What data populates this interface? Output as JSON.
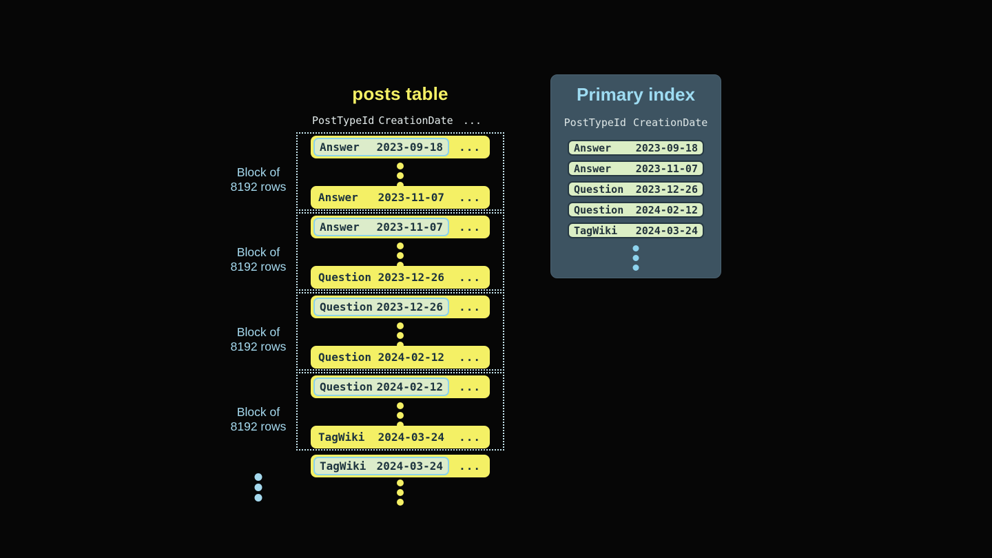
{
  "colors": {
    "background": "#060606",
    "row_yellow": "#f4f065",
    "row_text": "#1c333e",
    "highlight_pill_bg": "#dcecca",
    "highlight_pill_border": "#8bd3ea",
    "block_dotted_border": "#c9e9f2",
    "block_label_blue": "#a5d9ee",
    "panel_bg": "#3d5361",
    "panel_title_blue": "#9edcf2",
    "index_pill_bg": "#dbeec5",
    "index_pill_border": "#263843",
    "header_text": "#e2eaea",
    "index_dots_blue": "#8ed3ee"
  },
  "posts_table": {
    "title": "posts table",
    "header": {
      "col1": "PostTypeId",
      "col2": "CreationDate",
      "ellipsis": "..."
    },
    "row_ellipsis": "...",
    "blocks": [
      {
        "label_line1": "Block of",
        "label_line2": "8192 rows",
        "first_row": {
          "type": "Answer",
          "date": "2023-09-18"
        },
        "last_row": {
          "type": "Answer",
          "date": "2023-11-07"
        }
      },
      {
        "label_line1": "Block of",
        "label_line2": "8192 rows",
        "first_row": {
          "type": "Answer",
          "date": "2023-11-07"
        },
        "last_row": {
          "type": "Question",
          "date": "2023-12-26"
        }
      },
      {
        "label_line1": "Block of",
        "label_line2": "8192 rows",
        "first_row": {
          "type": "Question",
          "date": "2023-12-26"
        },
        "last_row": {
          "type": "Question",
          "date": "2024-02-12"
        }
      },
      {
        "label_line1": "Block of",
        "label_line2": "8192 rows",
        "first_row": {
          "type": "Question",
          "date": "2024-02-12"
        },
        "last_row": {
          "type": "TagWiki",
          "date": "2024-03-24"
        }
      }
    ],
    "overflow_row": {
      "type": "TagWiki",
      "date": "2024-03-24"
    }
  },
  "primary_index": {
    "title": "Primary index",
    "header": {
      "col1": "PostTypeId",
      "col2": "CreationDate"
    },
    "rows": [
      {
        "type": "Answer",
        "date": "2023-09-18"
      },
      {
        "type": "Answer",
        "date": "2023-11-07"
      },
      {
        "type": "Question",
        "date": "2023-12-26"
      },
      {
        "type": "Question",
        "date": "2024-02-12"
      },
      {
        "type": "TagWiki",
        "date": "2024-03-24"
      }
    ]
  }
}
